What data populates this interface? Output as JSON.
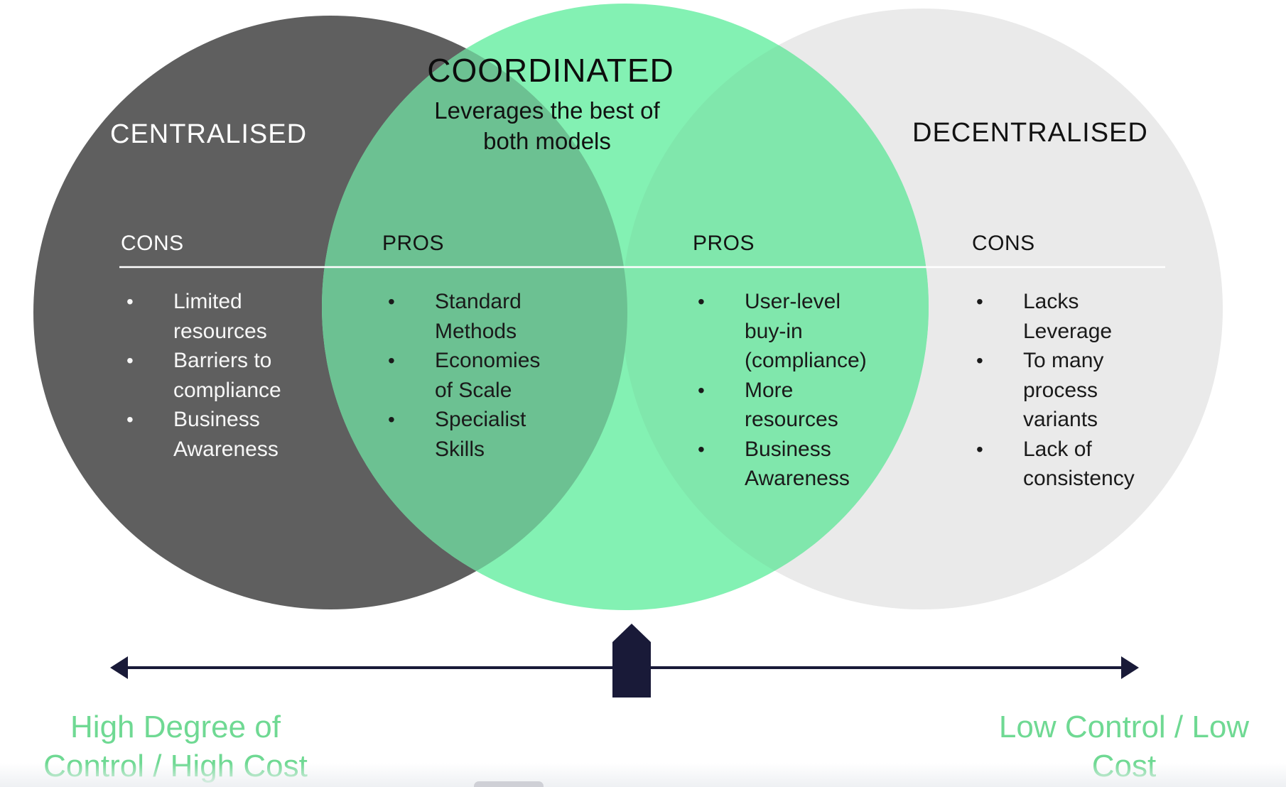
{
  "slide": {
    "centralised": {
      "title": "CENTRALISED",
      "header": "CONS",
      "items": [
        "Limited\nresources",
        "Barriers to\ncompliance",
        "Business\nAwareness"
      ]
    },
    "coordinated": {
      "title": "COORDINATED",
      "subtitle": "Leverages the best of\nboth models",
      "left": {
        "header": "PROS",
        "items": [
          "Standard\nMethods",
          "Economies\nof Scale",
          "Specialist\nSkills"
        ]
      },
      "right": {
        "header": "PROS",
        "items": [
          "User-level\nbuy-in\n(compliance)",
          "More\nresources",
          "Business\nAwareness"
        ]
      }
    },
    "decentralised": {
      "title": "DECENTRALISED",
      "header": "CONS",
      "items": [
        "Lacks\nLeverage",
        "To many\nprocess\nvariants",
        "Lack of\nconsistency"
      ]
    },
    "axis": {
      "left_label": "High Degree of\nControl / High Cost",
      "right_label": "Low Control / Low\nCost"
    },
    "colors": {
      "dark_circle": "#5F5F5F",
      "light_circle": "#EAEAEA",
      "green_circle": "#83F1B3",
      "green_over_dark": "#6CC192",
      "green_over_light": "#80E7AC",
      "divider_line": "#FFFFFF",
      "axis_navy": "#191A38",
      "label_green": "#6FD993"
    }
  }
}
